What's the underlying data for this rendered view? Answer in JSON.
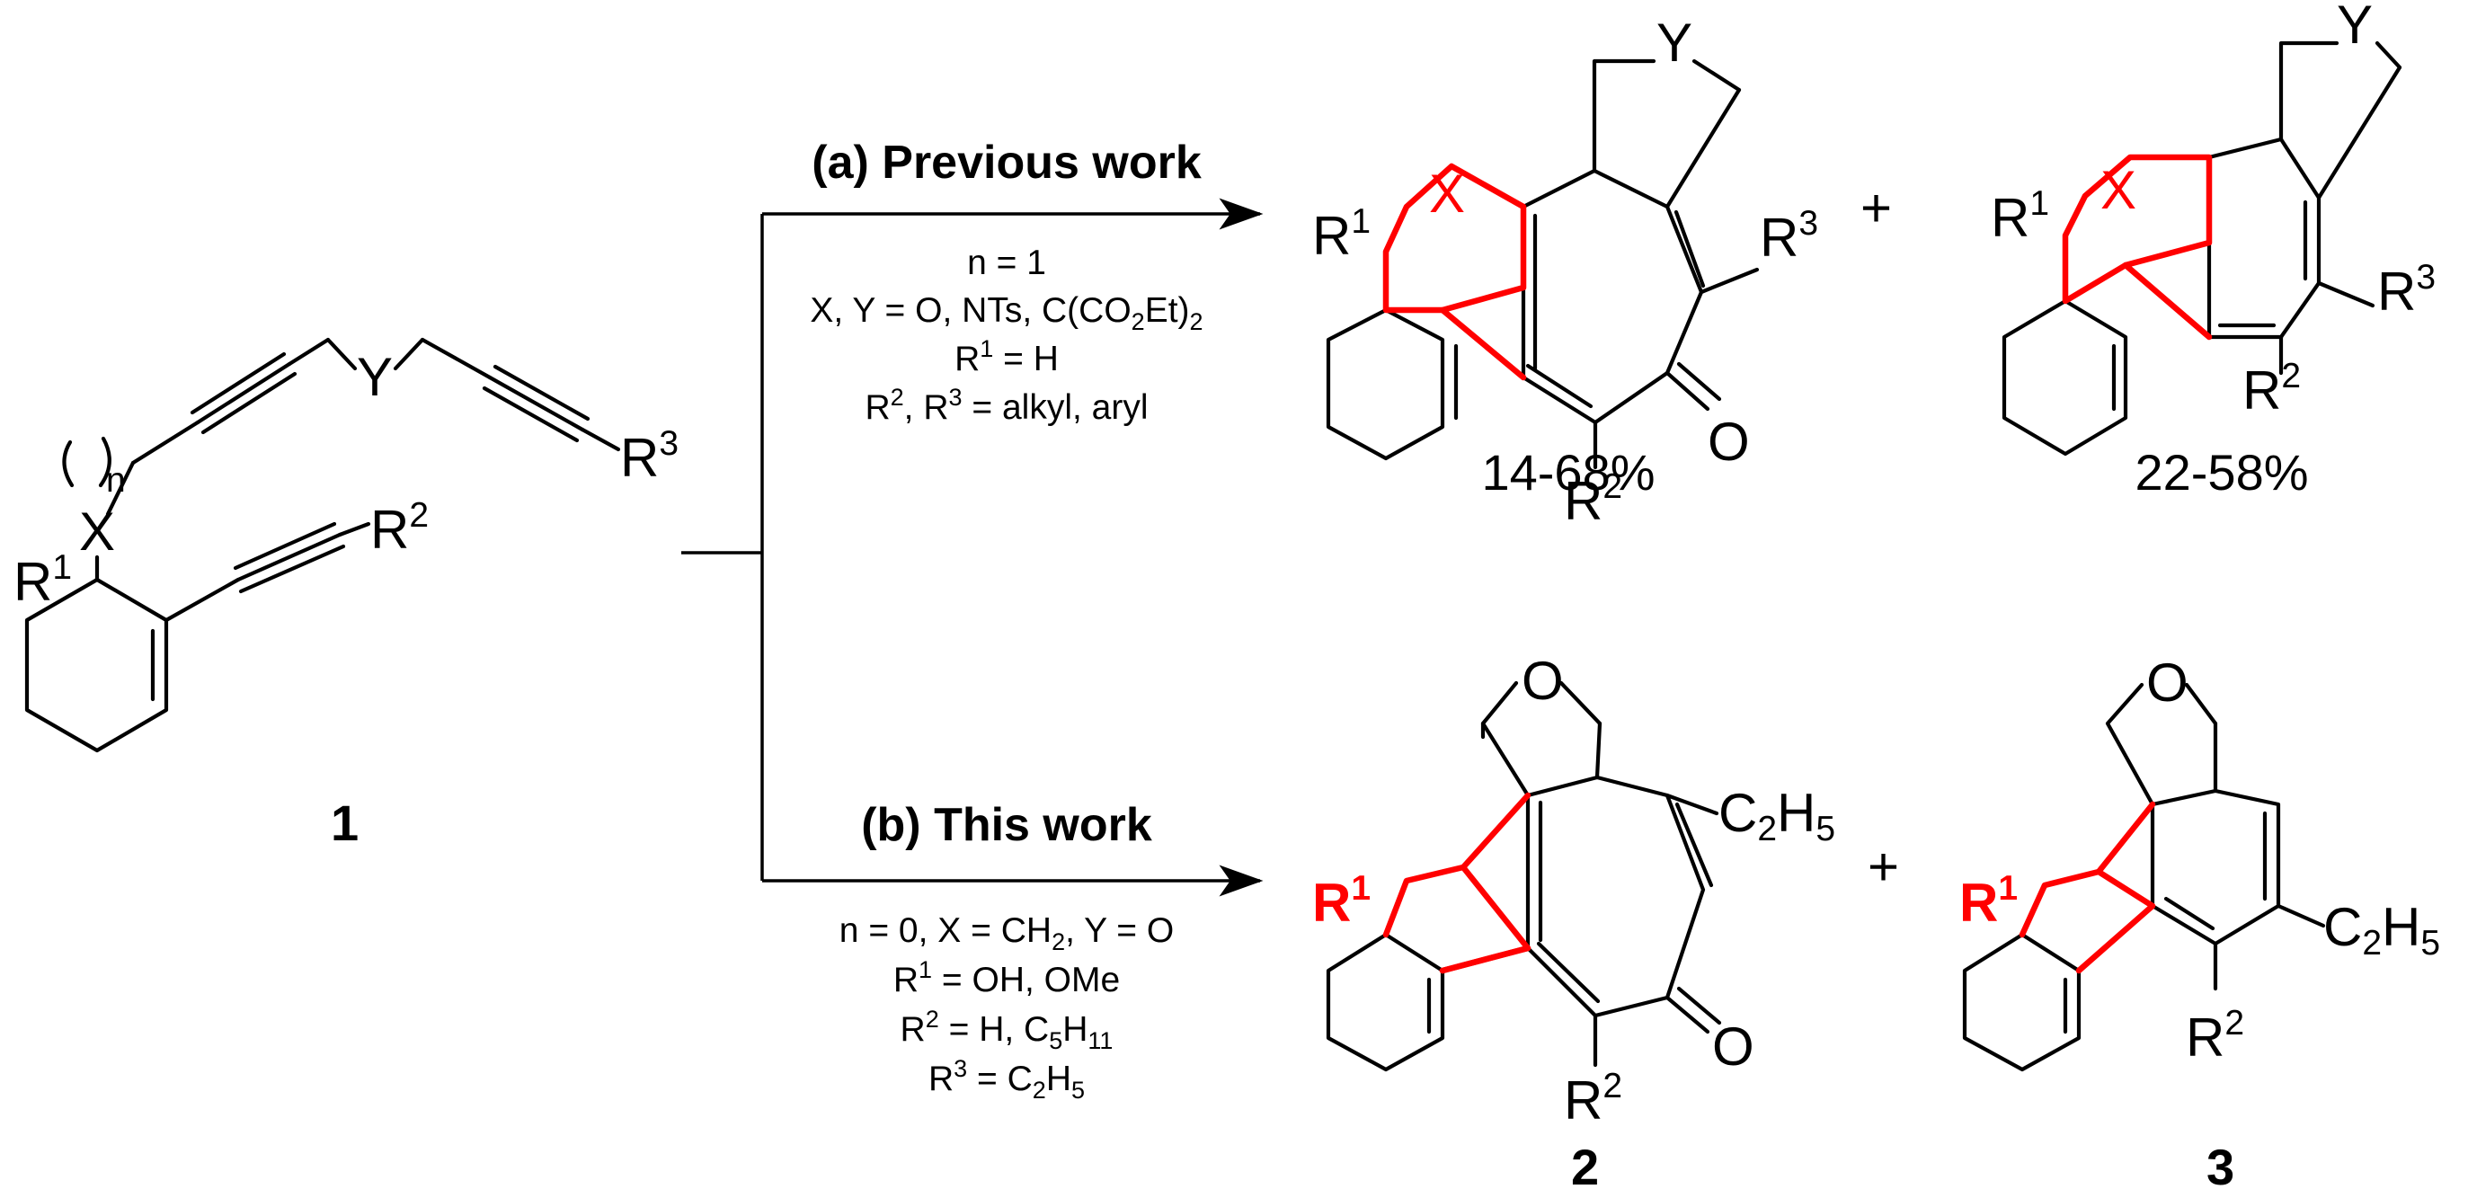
{
  "scheme": {
    "start": {
      "label": "1",
      "atoms": {
        "x": "X",
        "y": "Y",
        "r1": "R",
        "r1sup": "1",
        "r2": "R",
        "r2sup": "2",
        "r3": "R",
        "r3sup": "3",
        "n": "n"
      }
    },
    "route_a": {
      "heading": "(a) Previous work",
      "conditions": {
        "line1": "n = 1",
        "line2_a": "X, Y = O, NTs, C(CO",
        "line2_sub": "2",
        "line2_b": "Et)",
        "line2_sub2": "2",
        "line3_a": "R",
        "line3_sup": "1",
        "line3_b": " = H",
        "line4_a": "R",
        "line4_sup1": "2",
        "line4_b": ", R",
        "line4_sup2": "3",
        "line4_c": " = alkyl, aryl"
      },
      "product1": {
        "yield": "14-68%",
        "atoms": {
          "x": "X",
          "y": "Y",
          "o": "O",
          "r1": "R",
          "r1sup": "1",
          "r2": "R",
          "r2sup": "2",
          "r3": "R",
          "r3sup": "3"
        }
      },
      "plus": "+",
      "product2": {
        "yield": "22-58%",
        "atoms": {
          "x": "X",
          "y": "Y",
          "r1": "R",
          "r1sup": "1",
          "r2": "R",
          "r2sup": "2",
          "r3": "R",
          "r3sup": "3"
        }
      }
    },
    "route_b": {
      "heading": "(b) This work",
      "conditions": {
        "line1_a": "n = 0, X = CH",
        "line1_sub": "2",
        "line1_b": ", Y = O",
        "line2_a": "R",
        "line2_sup": "1",
        "line2_b": " = OH, OMe",
        "line3_a": "R",
        "line3_sup": "2",
        "line3_b": " = H, C",
        "line3_sub1": "5",
        "line3_sub2": "H",
        "line3_sub3": "11",
        "line4_a": "R",
        "line4_sup": "3",
        "line4_b": " = C",
        "line4_sub1": "2",
        "line4_sub2": "H",
        "line4_sub3": "5"
      },
      "product1": {
        "label": "2",
        "atoms": {
          "o_ring": "O",
          "o_ketone": "O",
          "r1": "R",
          "r1sup": "1",
          "r2": "R",
          "r2sup": "2",
          "c2": "C",
          "c2sub": "2",
          "h5": "H",
          "h5sub": "5"
        }
      },
      "plus": "+",
      "product2": {
        "label": "3",
        "atoms": {
          "o_ring": "O",
          "r1": "R",
          "r1sup": "1",
          "r2": "R",
          "r2sup": "2",
          "c2": "C",
          "c2sub": "2",
          "h5": "H",
          "h5sub": "5"
        }
      }
    },
    "colors": {
      "highlight": "#ff0000",
      "ink": "#000000"
    }
  }
}
